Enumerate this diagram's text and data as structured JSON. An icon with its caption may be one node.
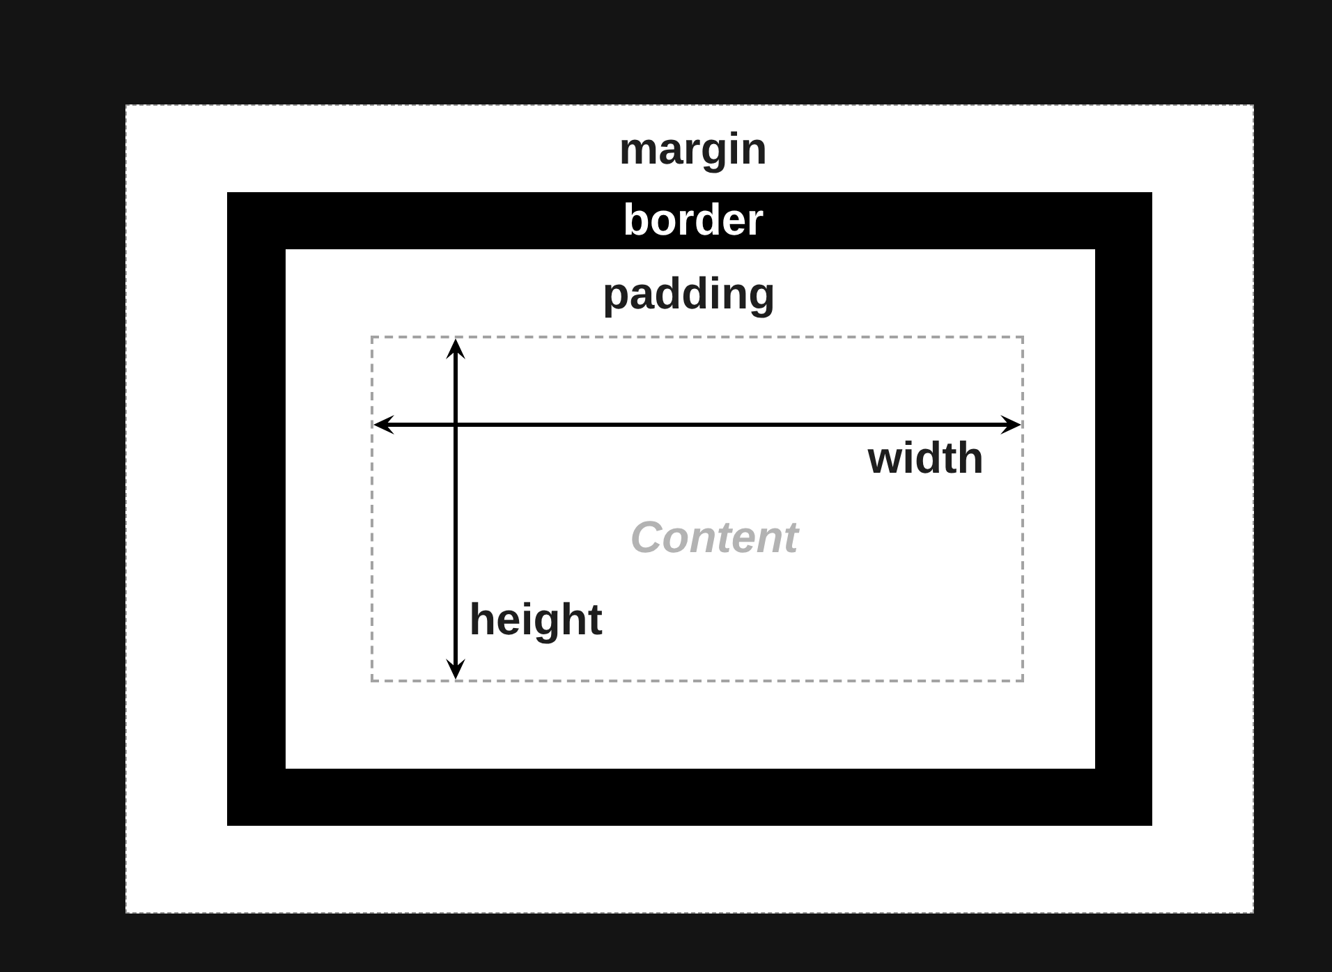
{
  "diagram": {
    "nodes": [
      {
        "text": [
          "margin"
        ]
      },
      {
        "text": [
          "border"
        ],
        "in": 0
      },
      {
        "text": [
          "padding"
        ],
        "in": 1
      },
      {
        "text": [
          "Content"
        ],
        "in": 2
      }
    ],
    "labels": [
      "width",
      "height"
    ]
  }
}
